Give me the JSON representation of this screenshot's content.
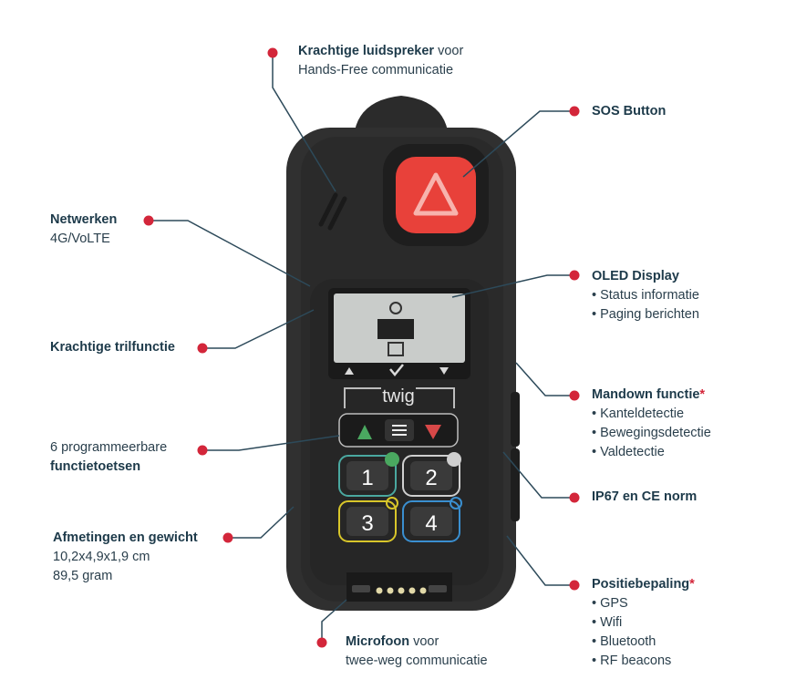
{
  "device": {
    "brand": "twig"
  },
  "keys": [
    "1",
    "2",
    "3",
    "4"
  ],
  "colors": {
    "accent_dot": "#d3263a",
    "line": "#2d4a5a",
    "sos": "#e8413a",
    "key1": "#4aa8a0",
    "key2": "#cfcfcf",
    "key3": "#d8c62a",
    "key4": "#3a8fd0"
  },
  "labels": {
    "speaker": {
      "bold": "Krachtige luidspreker",
      "rest": " voor",
      "line2": "Hands-Free communicatie"
    },
    "sos": {
      "bold": "SOS Button"
    },
    "network": {
      "bold": "Netwerken",
      "line2": "4G/VoLTE"
    },
    "oled": {
      "bold": "OLED Display",
      "items": [
        "• Status informatie",
        "• Paging berichten"
      ]
    },
    "vibration": {
      "bold": "Krachtige trilfunctie"
    },
    "mandown": {
      "bold": "Mandown functie",
      "star": "*",
      "items": [
        "• Kanteldetectie",
        "• Bewegingsdetectie",
        "• Valdetectie"
      ]
    },
    "keys6": {
      "line1": "6 programmeerbare",
      "bold": "functietoetsen"
    },
    "ip67": {
      "bold": "IP67 en CE norm"
    },
    "dimensions": {
      "bold": "Afmetingen en gewicht",
      "items": [
        "10,2x4,9x1,9 cm",
        "89,5 gram"
      ]
    },
    "mic": {
      "bold": "Microfoon",
      "rest": " voor",
      "line2": "twee-weg communicatie"
    },
    "position": {
      "bold": "Positiebepaling",
      "star": "*",
      "items": [
        "• GPS",
        "• Wifi",
        "• Bluetooth",
        "• RF beacons"
      ]
    }
  }
}
